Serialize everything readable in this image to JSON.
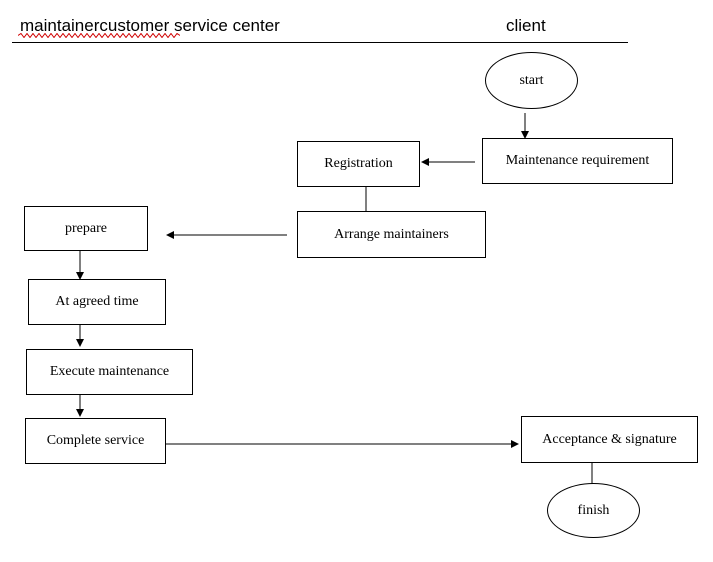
{
  "header": {
    "left_title": "maintainercustomer service center",
    "right_title": "client"
  },
  "nodes": {
    "start": "start",
    "maintenance_requirement": "Maintenance requirement",
    "registration": "Registration",
    "arrange_maintainers": "Arrange maintainers",
    "prepare": "prepare",
    "agreed_time": "At agreed time",
    "execute_maintenance": "Execute maintenance",
    "complete_service": "Complete service",
    "acceptance_signature": "Acceptance & signature",
    "finish": "finish"
  }
}
